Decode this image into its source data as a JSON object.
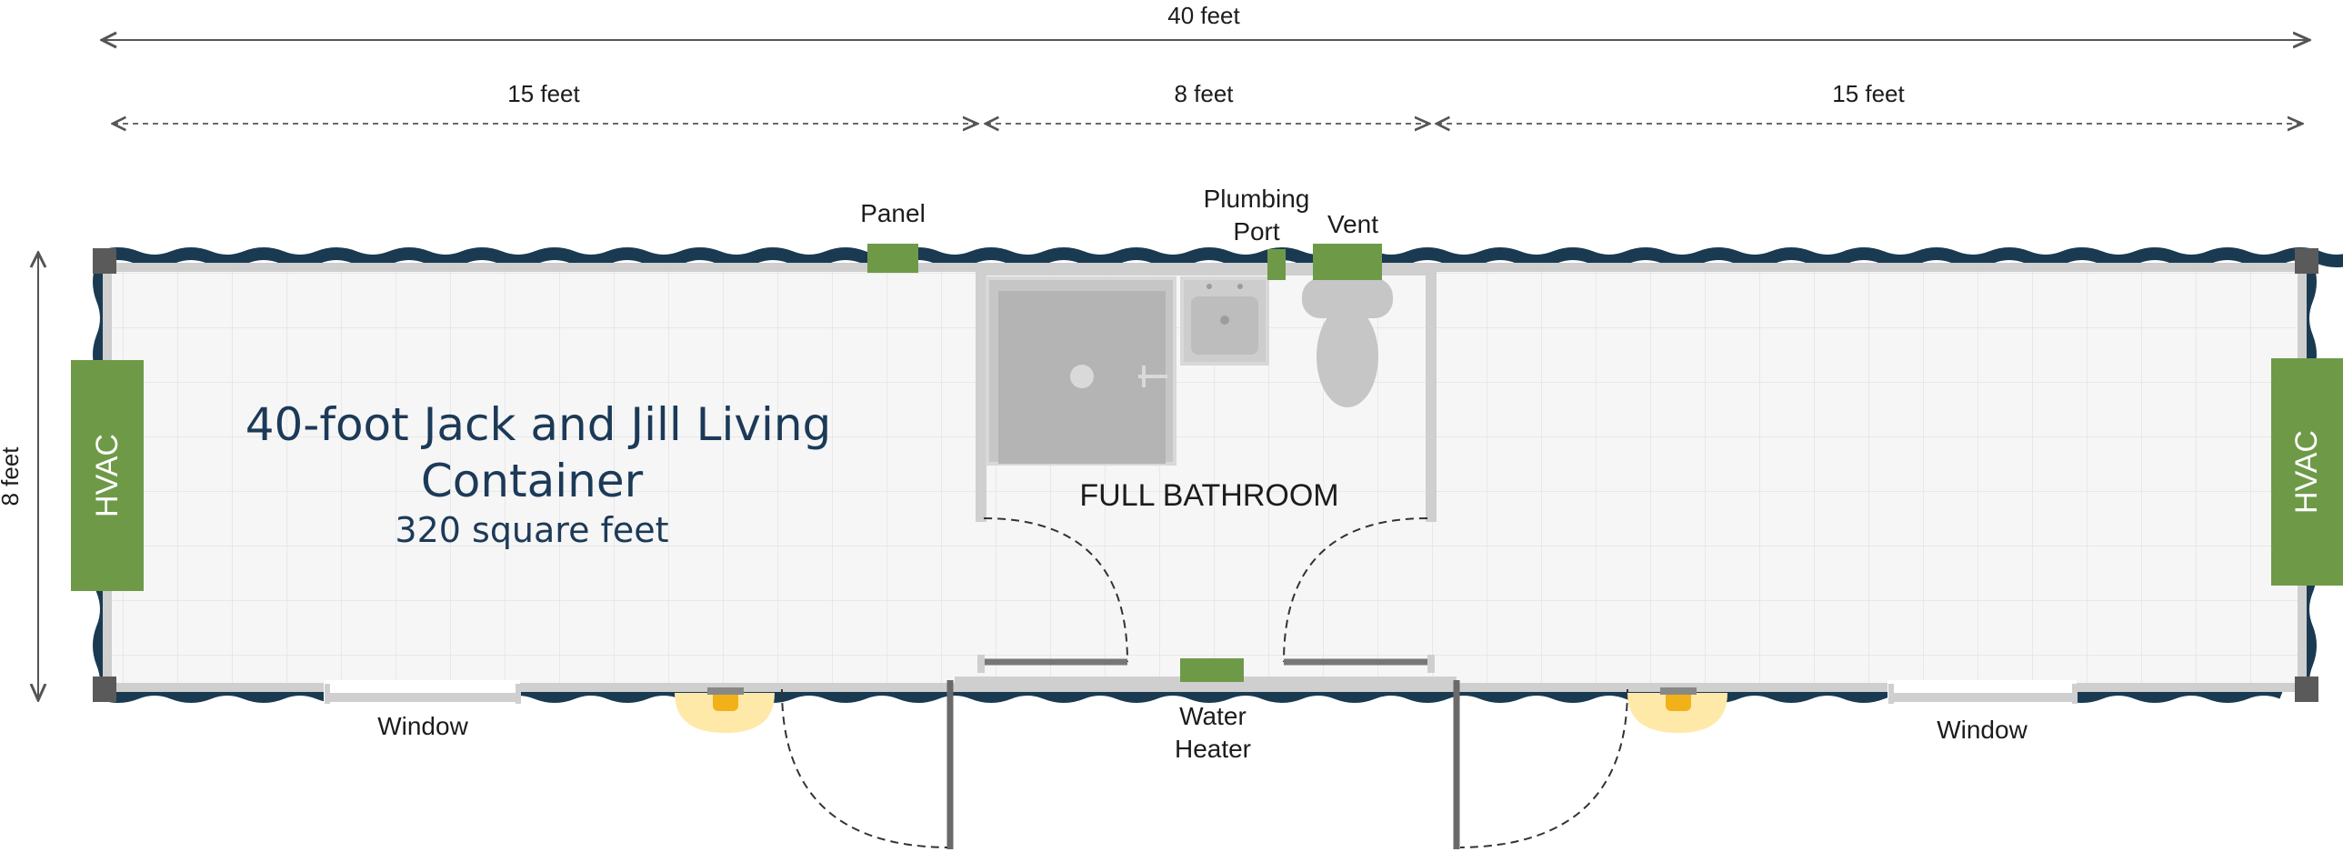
{
  "dimensions": {
    "overall": "40 feet",
    "left_section": "15 feet",
    "middle_section": "8 feet",
    "right_section": "15 feet",
    "width": "8 feet"
  },
  "title": {
    "line1": "40-foot Jack and Jill Living",
    "line2": "Container",
    "area": "320 square feet"
  },
  "labels": {
    "panel": "Panel",
    "plumbing_line1": "Plumbing",
    "plumbing_line2": "Port",
    "vent": "Vent",
    "bathroom": "FULL BATHROOM",
    "water_line1": "Water",
    "water_line2": "Heater",
    "window_left": "Window",
    "window_right": "Window",
    "hvac_left": "HVAC",
    "hvac_right": "HVAC"
  },
  "colors": {
    "wall": "#1a3a52",
    "green": "#6e9a48",
    "floor": "#f6f6f6",
    "fixture": "#b7b7b7",
    "light": "#ffe9a8"
  }
}
